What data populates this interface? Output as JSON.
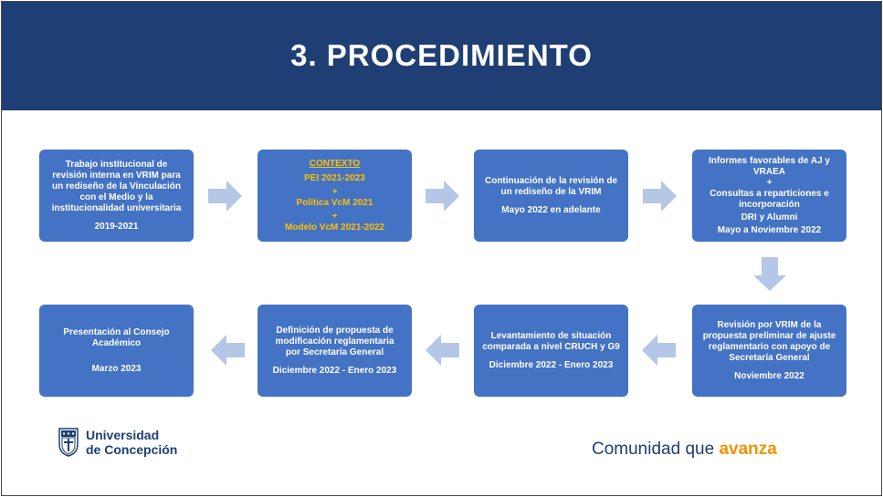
{
  "title": "3. PROCEDIMIENTO",
  "colors": {
    "header": "#1f3e73",
    "box": "#4472c4",
    "arrow": "#b4c7e7",
    "highlight": "#ffc000",
    "accent": "#f39200"
  },
  "steps": [
    {
      "lines": [
        "Trabajo institucional de",
        "revisión interna en VRIM para",
        "un rediseño de la Vinculación",
        "con el Medio y la",
        "institucionalidad universitaria"
      ],
      "date": "2019-2021"
    },
    {
      "heading": "CONTEXTO",
      "lines": [
        "PEI 2021-2023",
        "+",
        "Política VcM 2021",
        "+",
        "Modelo VcM 2021-2022"
      ]
    },
    {
      "lines": [
        "Continuación de la revisión de",
        "un rediseño de la VRIM"
      ],
      "date": "Mayo 2022 en adelante"
    },
    {
      "lines": [
        "Informes favorables de AJ y",
        "VRAEA",
        "+",
        "Consultas a reparticiones e",
        "incorporación",
        "DRI y Alumni"
      ],
      "date": "Mayo a Noviembre 2022"
    },
    {
      "lines": [
        "Revisión por VRIM de la",
        "propuesta preliminar de ajuste",
        "reglamentario con apoyo de",
        "Secretaría General"
      ],
      "date": "Noviembre 2022"
    },
    {
      "lines": [
        "Levantamiento de situación",
        "comparada a nivel CRUCH y G9"
      ],
      "date": "Diciembre 2022 - Enero 2023"
    },
    {
      "lines": [
        "Definición de propuesta de",
        "modificación reglamentaria",
        "por Secretaría General"
      ],
      "date": "Diciembre 2022 - Enero 2023"
    },
    {
      "lines": [
        "Presentación al Consejo",
        "Académico"
      ],
      "date": "Marzo 2023"
    }
  ],
  "logo_left": {
    "line1": "Universidad",
    "line2": "de Concepción",
    "icon": "university-shield-icon"
  },
  "logo_right": {
    "text": "Comunidad que ",
    "accent": "avanza"
  }
}
